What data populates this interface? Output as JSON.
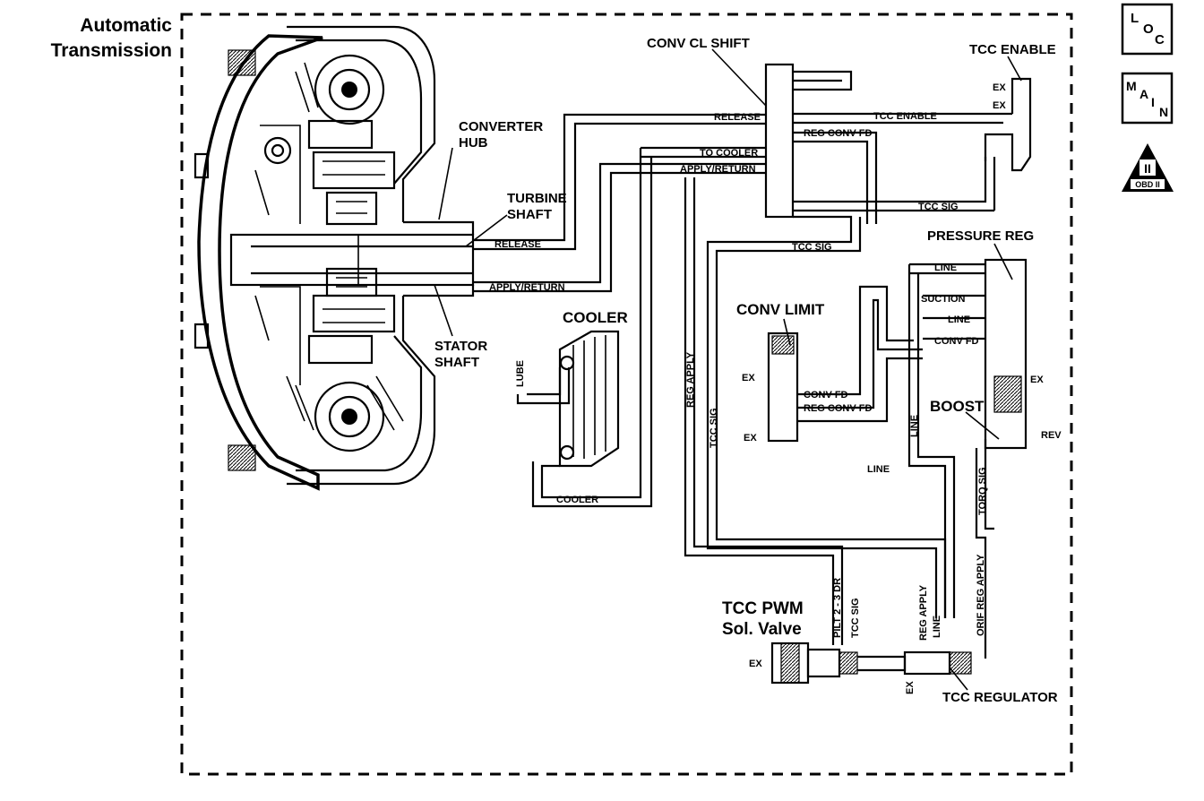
{
  "title": {
    "line1": "Automatic",
    "line2": "Transmission"
  },
  "nav": {
    "loc": "LOC",
    "main": "MAIN",
    "obd_numeral": "II",
    "obd_label": "OBD II"
  },
  "labels": {
    "converter_hub_1": "CONVERTER",
    "converter_hub_2": "HUB",
    "turbine_shaft_1": "TURBINE",
    "turbine_shaft_2": "SHAFT",
    "stator_shaft_1": "STATOR",
    "stator_shaft_2": "SHAFT",
    "conv_cl_shift": "CONV CL SHIFT",
    "tcc_enable": "TCC ENABLE",
    "cooler": "COOLER",
    "conv_limit": "CONV LIMIT",
    "pressure_reg": "PRESSURE REG",
    "boost": "BOOST",
    "tcc_pwm_1": "TCC PWM",
    "tcc_pwm_2": "Sol. Valve",
    "tcc_regulator": "TCC REGULATOR"
  },
  "line_labels": {
    "release_hub": "RELEASE",
    "apply_return_hub": "APPLY/RETURN",
    "release_top": "RELEASE",
    "to_cooler": "TO COOLER",
    "apply_return_top": "APPLY/RETURN",
    "tcc_enable_line": "TCC ENABLE",
    "reg_conv_fd_top": "REG CONV FD",
    "tcc_sig_right": "TCC SIG",
    "tcc_sig_mid": "TCC SIG",
    "lube": "LUBE",
    "cooler_line": "COOLER",
    "reg_apply_vert": "REG APPLY",
    "tcc_sig_vert": "TCC SIG",
    "conv_fd_limit": "CONV FD",
    "reg_conv_fd_limit": "REG CONV FD",
    "ex_limit_1": "EX",
    "ex_limit_2": "EX",
    "line_pr_1": "LINE",
    "suction": "SUCTION",
    "line_pr_2": "LINE",
    "conv_fd_pr": "CONV FD",
    "ex_pr": "EX",
    "line_vert": "LINE",
    "rev": "REV",
    "line_low": "LINE",
    "torq_sig": "TORQ SIG",
    "ex_enable_1": "EX",
    "ex_enable_2": "EX",
    "pilt_2_3_dr": "PILT 2 - 3 DR",
    "tcc_sig_sol": "TCC SIG",
    "reg_apply_sol": "REG APPLY",
    "line_sol": "LINE",
    "orif_reg_apply": "ORIF REG APPLY",
    "ex_sol": "EX",
    "ex_reg": "EX"
  }
}
